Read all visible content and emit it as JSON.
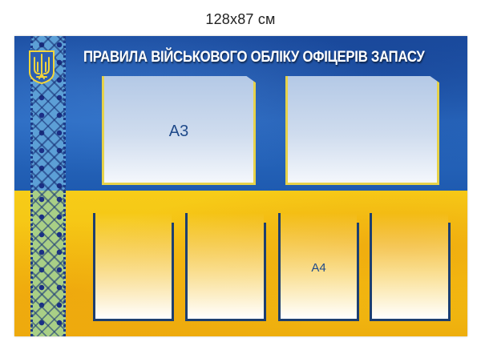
{
  "caption": "128x87 см",
  "board": {
    "title": "ПРАВИЛА ВІЙСЬКОВОГО ОБЛІКУ ОФІЦЕРІВ ЗАПАСУ",
    "emblem": "coat-of-arms-trident-icon",
    "colors": {
      "blue": "#2a6bc2",
      "yellow": "#f4c012",
      "frame_yellow": "#e6d24a",
      "pocket_outline": "#1d3f70",
      "label_text": "#1f4a8a"
    },
    "top_panels": [
      {
        "size": "A3",
        "label": "A3"
      },
      {
        "size": "A3",
        "label": ""
      }
    ],
    "bottom_pockets": [
      {
        "size": "A4",
        "label": ""
      },
      {
        "size": "A4",
        "label": ""
      },
      {
        "size": "A4",
        "label": "A4"
      },
      {
        "size": "A4",
        "label": ""
      }
    ]
  }
}
